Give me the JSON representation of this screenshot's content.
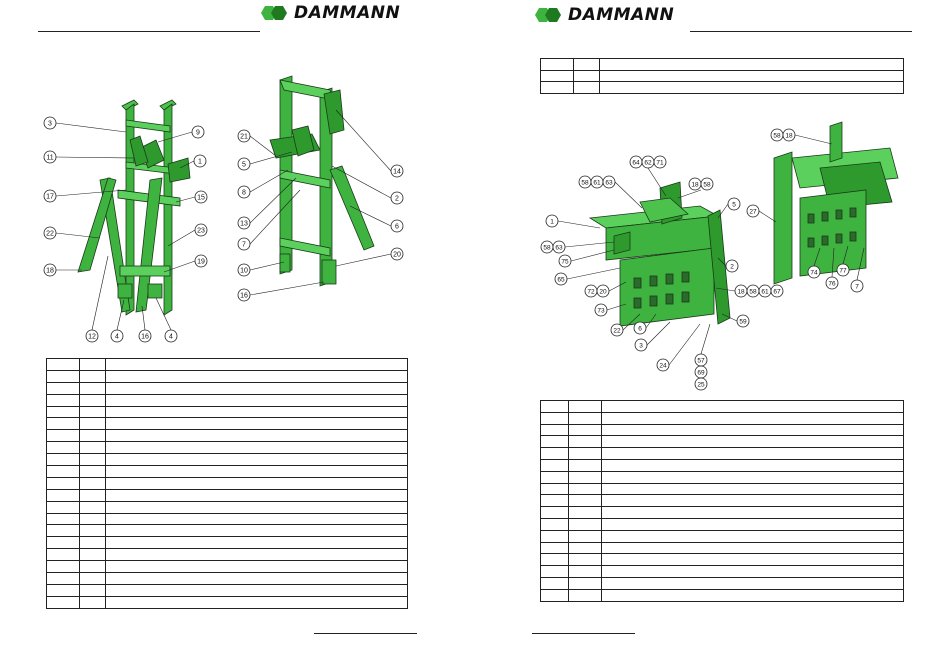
{
  "brand": {
    "name": "DAMMANN",
    "green": "#3fb33f",
    "dark_green": "#1f7a1f"
  },
  "left_page": {
    "callouts": [
      "3",
      "11",
      "17",
      "22",
      "18",
      "9",
      "1",
      "15",
      "23",
      "19",
      "12",
      "4",
      "16",
      "4",
      "21",
      "5",
      "8",
      "13",
      "7",
      "10",
      "16",
      "14",
      "2",
      "6",
      "20"
    ],
    "parts_table": {
      "rows": 21,
      "cols": 3
    }
  },
  "right_page": {
    "header_table": {
      "rows": 3,
      "cols": 3
    },
    "callouts": [
      "58",
      "18",
      "64",
      "62",
      "71",
      "58",
      "61",
      "63",
      "18",
      "58",
      "1",
      "5",
      "58",
      "63",
      "75",
      "65",
      "72",
      "20",
      "2",
      "18",
      "58",
      "61",
      "67",
      "73",
      "22",
      "6",
      "3",
      "59",
      "24",
      "57",
      "69",
      "25",
      "27",
      "74",
      "76",
      "77",
      "7"
    ],
    "parts_table": {
      "rows": 17,
      "cols": 3
    }
  }
}
